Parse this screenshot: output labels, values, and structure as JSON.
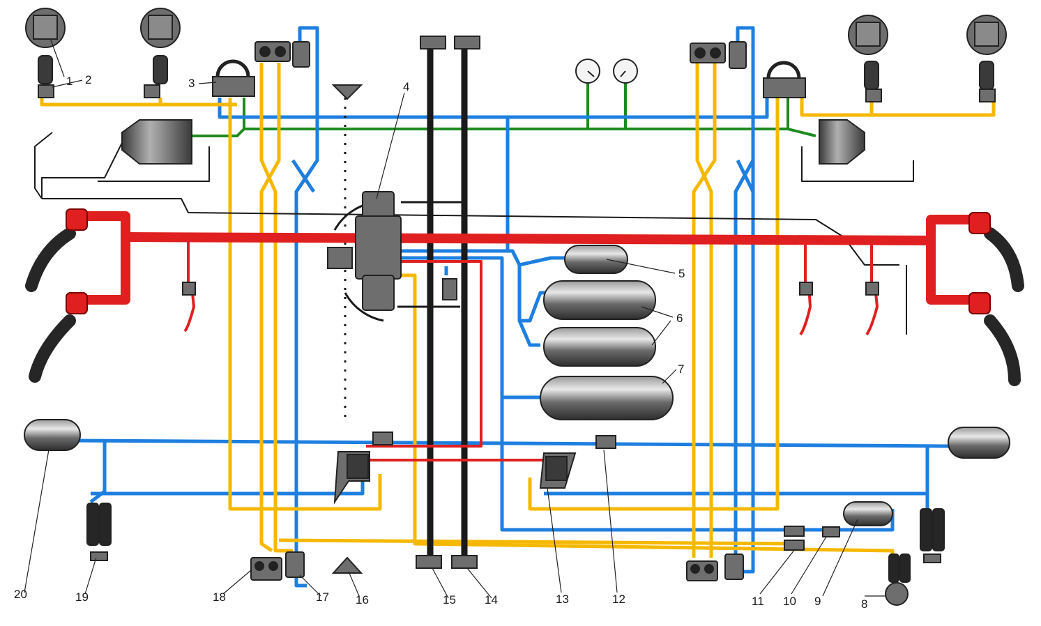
{
  "colors": {
    "red_line": "#e02020",
    "blue_line": "#1e7fe0",
    "yellow_line": "#f5b800",
    "green_line": "#1f8a1f",
    "black_line": "#1a1a1a",
    "component_fill": "#6e6e6e",
    "hose": "#262626"
  },
  "labels": [
    {
      "id": "1",
      "text": "1"
    },
    {
      "id": "2",
      "text": "2"
    },
    {
      "id": "3",
      "text": "3"
    },
    {
      "id": "4",
      "text": "4"
    },
    {
      "id": "5",
      "text": "5"
    },
    {
      "id": "6",
      "text": "6"
    },
    {
      "id": "7",
      "text": "7"
    },
    {
      "id": "8",
      "text": "8"
    },
    {
      "id": "9",
      "text": "9"
    },
    {
      "id": "10",
      "text": "10"
    },
    {
      "id": "11",
      "text": "11"
    },
    {
      "id": "12",
      "text": "12"
    },
    {
      "id": "13",
      "text": "13"
    },
    {
      "id": "14",
      "text": "14"
    },
    {
      "id": "15",
      "text": "15"
    },
    {
      "id": "16",
      "text": "16"
    },
    {
      "id": "17",
      "text": "17"
    },
    {
      "id": "18",
      "text": "18"
    },
    {
      "id": "19",
      "text": "19"
    },
    {
      "id": "20",
      "text": "20"
    }
  ]
}
